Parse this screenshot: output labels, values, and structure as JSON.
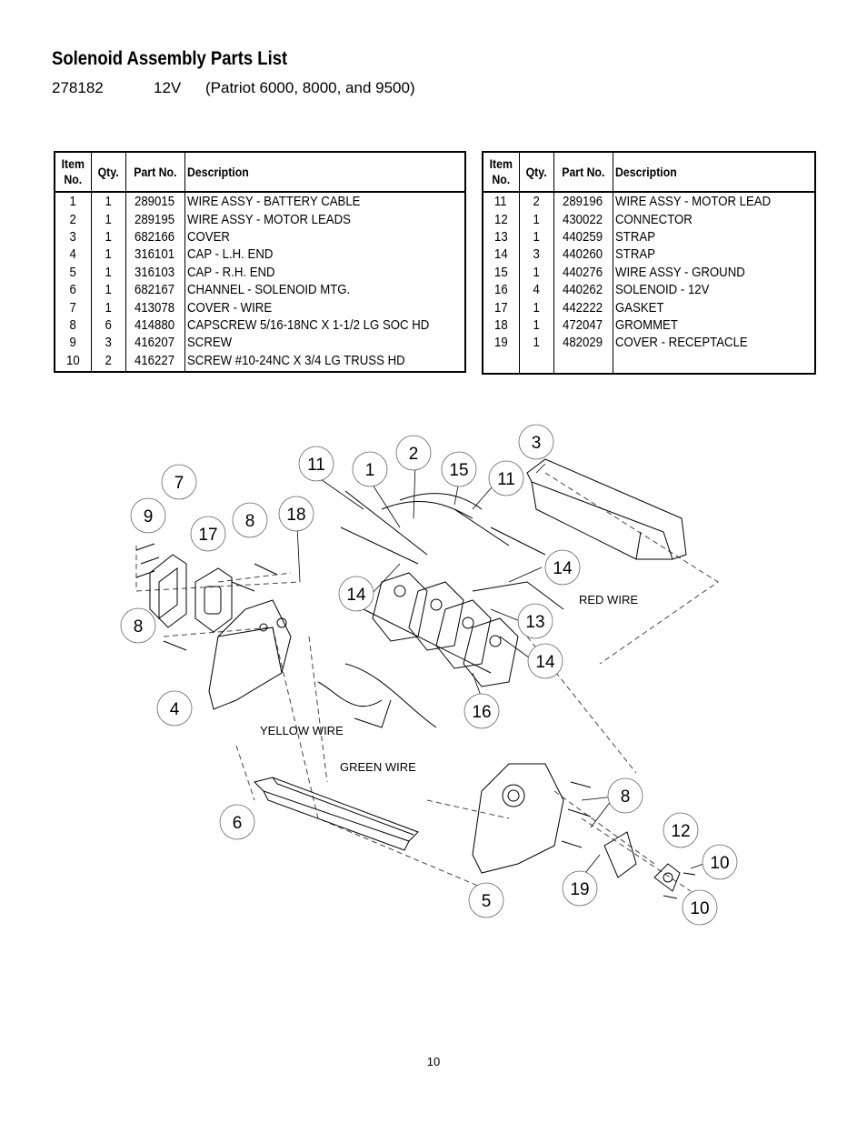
{
  "title": "Solenoid Assembly Parts List",
  "model": {
    "part": "278182",
    "voltage": "12V",
    "note": "(Patriot 6000, 8000, and 9500)"
  },
  "table_headers": {
    "item": "Item No.",
    "qty": "Qty.",
    "part": "Part No.",
    "desc": "Description"
  },
  "parts_left": [
    {
      "item": "1",
      "qty": "1",
      "part": "289015",
      "desc": "WIRE ASSY - BATTERY CABLE"
    },
    {
      "item": "2",
      "qty": "1",
      "part": "289195",
      "desc": "WIRE ASSY - MOTOR LEADS"
    },
    {
      "item": "3",
      "qty": "1",
      "part": "682166",
      "desc": "COVER"
    },
    {
      "item": "4",
      "qty": "1",
      "part": "316101",
      "desc": "CAP - L.H. END"
    },
    {
      "item": "5",
      "qty": "1",
      "part": "316103",
      "desc": "CAP - R.H. END"
    },
    {
      "item": "6",
      "qty": "1",
      "part": "682167",
      "desc": "CHANNEL - SOLENOID MTG."
    },
    {
      "item": "7",
      "qty": "1",
      "part": "413078",
      "desc": "COVER - WIRE"
    },
    {
      "item": "8",
      "qty": "6",
      "part": "414880",
      "desc": "CAPSCREW 5/16-18NC X 1-1/2 LG SOC HD"
    },
    {
      "item": "9",
      "qty": "3",
      "part": "416207",
      "desc": "SCREW"
    },
    {
      "item": "10",
      "qty": "2",
      "part": "416227",
      "desc": "SCREW #10-24NC X 3/4 LG TRUSS HD"
    }
  ],
  "parts_right": [
    {
      "item": "11",
      "qty": "2",
      "part": "289196",
      "desc": "WIRE ASSY - MOTOR LEAD"
    },
    {
      "item": "12",
      "qty": "1",
      "part": "430022",
      "desc": "CONNECTOR"
    },
    {
      "item": "13",
      "qty": "1",
      "part": "440259",
      "desc": "STRAP"
    },
    {
      "item": "14",
      "qty": "3",
      "part": "440260",
      "desc": "STRAP"
    },
    {
      "item": "15",
      "qty": "1",
      "part": "440276",
      "desc": "WIRE ASSY - GROUND"
    },
    {
      "item": "16",
      "qty": "4",
      "part": "440262",
      "desc": "SOLENOID - 12V"
    },
    {
      "item": "17",
      "qty": "1",
      "part": "442222",
      "desc": "GASKET"
    },
    {
      "item": "18",
      "qty": "1",
      "part": "472047",
      "desc": "GROMMET"
    },
    {
      "item": "19",
      "qty": "1",
      "part": "482029",
      "desc": "COVER - RECEPTACLE"
    }
  ],
  "diagram": {
    "callouts": [
      "3",
      "2",
      "11",
      "1",
      "15",
      "11",
      "7",
      "18",
      "9",
      "8",
      "17",
      "14",
      "14",
      "8",
      "13",
      "14",
      "4",
      "16",
      "8",
      "12",
      "6",
      "10",
      "19",
      "10",
      "5"
    ],
    "labels": {
      "red_wire": "RED WIRE",
      "yellow_wire": "YELLOW WIRE",
      "green_wire": "GREEN WIRE"
    }
  },
  "page_number": "10"
}
